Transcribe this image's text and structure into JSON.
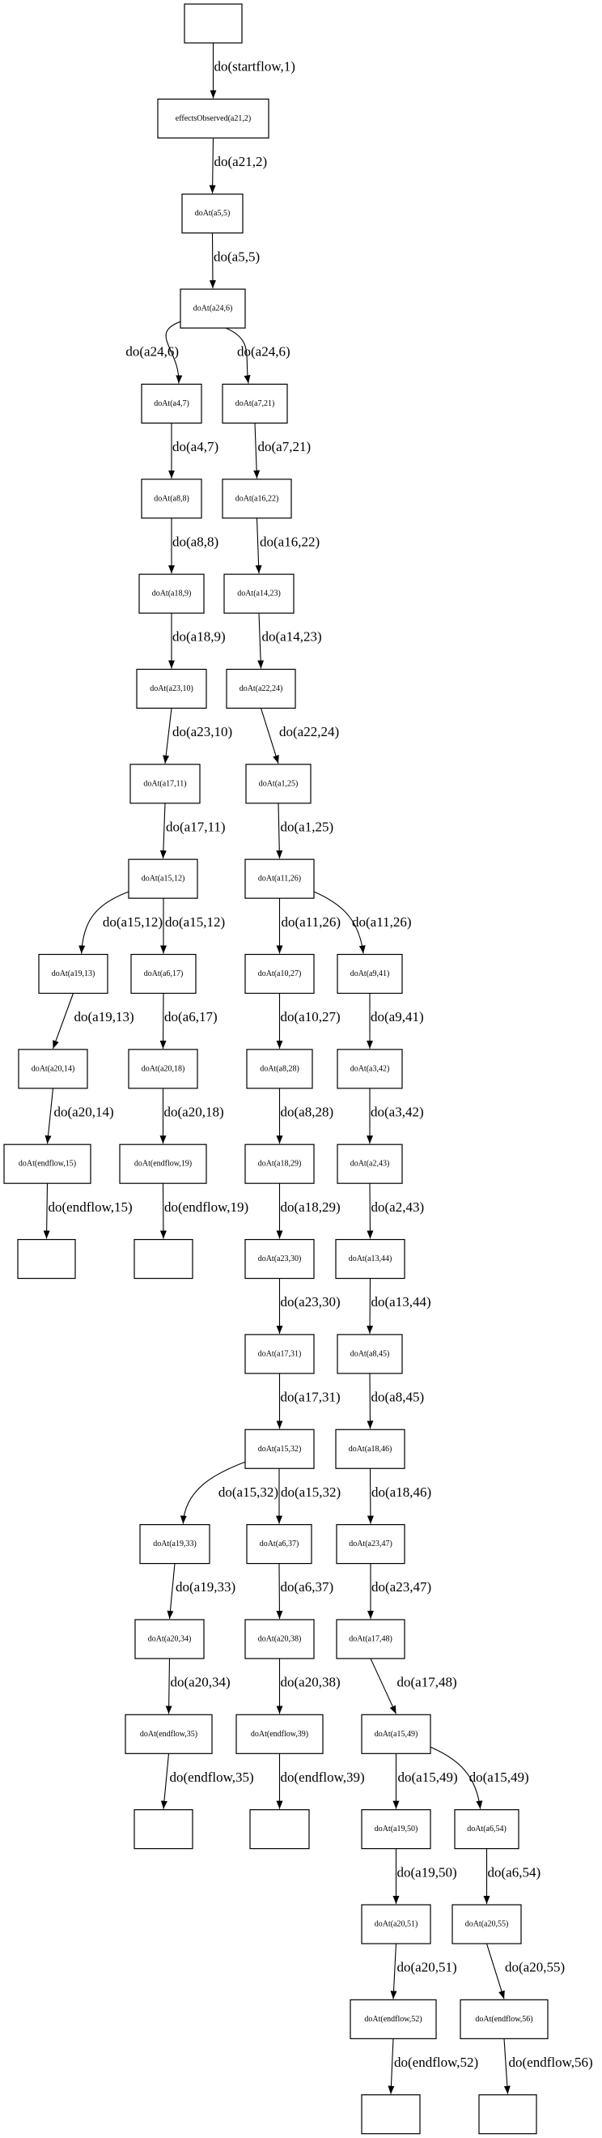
{
  "graph": {
    "type": "directed-tree",
    "nodes": [
      {
        "id": "n0",
        "label": ""
      },
      {
        "id": "n1",
        "label": "effectsObserved(a21,2)"
      },
      {
        "id": "n2",
        "label": "doAt(a5,5)"
      },
      {
        "id": "n3",
        "label": "doAt(a24,6)"
      },
      {
        "id": "n4",
        "label": "doAt(a4,7)"
      },
      {
        "id": "n5",
        "label": "doAt(a8,8)"
      },
      {
        "id": "n6",
        "label": "doAt(a18,9)"
      },
      {
        "id": "n7",
        "label": "doAt(a23,10)"
      },
      {
        "id": "n8",
        "label": "doAt(a17,11)"
      },
      {
        "id": "n9",
        "label": "doAt(a15,12)"
      },
      {
        "id": "n10",
        "label": "doAt(a19,13)"
      },
      {
        "id": "n11",
        "label": "doAt(a20,14)"
      },
      {
        "id": "n12",
        "label": "doAt(endflow,15)"
      },
      {
        "id": "n13",
        "label": ""
      },
      {
        "id": "n14",
        "label": "doAt(a6,17)"
      },
      {
        "id": "n15",
        "label": "doAt(a20,18)"
      },
      {
        "id": "n16",
        "label": "doAt(endflow,19)"
      },
      {
        "id": "n17",
        "label": ""
      },
      {
        "id": "n18",
        "label": "doAt(a7,21)"
      },
      {
        "id": "n19",
        "label": "doAt(a16,22)"
      },
      {
        "id": "n20",
        "label": "doAt(a14,23)"
      },
      {
        "id": "n21",
        "label": "doAt(a22,24)"
      },
      {
        "id": "n22",
        "label": "doAt(a1,25)"
      },
      {
        "id": "n23",
        "label": "doAt(a11,26)"
      },
      {
        "id": "n24",
        "label": "doAt(a10,27)"
      },
      {
        "id": "n25",
        "label": "doAt(a8,28)"
      },
      {
        "id": "n26",
        "label": "doAt(a18,29)"
      },
      {
        "id": "n27",
        "label": "doAt(a23,30)"
      },
      {
        "id": "n28",
        "label": "doAt(a17,31)"
      },
      {
        "id": "n29",
        "label": "doAt(a15,32)"
      },
      {
        "id": "n30",
        "label": "doAt(a19,33)"
      },
      {
        "id": "n31",
        "label": "doAt(a20,34)"
      },
      {
        "id": "n32",
        "label": "doAt(endflow,35)"
      },
      {
        "id": "n33",
        "label": ""
      },
      {
        "id": "n34",
        "label": "doAt(a6,37)"
      },
      {
        "id": "n35",
        "label": "doAt(a20,38)"
      },
      {
        "id": "n36",
        "label": "doAt(endflow,39)"
      },
      {
        "id": "n37",
        "label": ""
      },
      {
        "id": "n38",
        "label": "doAt(a9,41)"
      },
      {
        "id": "n39",
        "label": "doAt(a3,42)"
      },
      {
        "id": "n40",
        "label": "doAt(a2,43)"
      },
      {
        "id": "n41",
        "label": "doAt(a13,44)"
      },
      {
        "id": "n42",
        "label": "doAt(a8,45)"
      },
      {
        "id": "n43",
        "label": "doAt(a18,46)"
      },
      {
        "id": "n44",
        "label": "doAt(a23,47)"
      },
      {
        "id": "n45",
        "label": "doAt(a17,48)"
      },
      {
        "id": "n46",
        "label": "doAt(a15,49)"
      },
      {
        "id": "n47",
        "label": "doAt(a19,50)"
      },
      {
        "id": "n48",
        "label": "doAt(a20,51)"
      },
      {
        "id": "n49",
        "label": "doAt(endflow,52)"
      },
      {
        "id": "n50",
        "label": ""
      },
      {
        "id": "n51",
        "label": "doAt(a6,54)"
      },
      {
        "id": "n52",
        "label": "doAt(a20,55)"
      },
      {
        "id": "n53",
        "label": "doAt(endflow,56)"
      },
      {
        "id": "n54",
        "label": ""
      }
    ],
    "edges": [
      {
        "from": "n0",
        "to": "n1",
        "label": "do(startflow,1)"
      },
      {
        "from": "n1",
        "to": "n2",
        "label": "do(a21,2)"
      },
      {
        "from": "n2",
        "to": "n3",
        "label": "do(a5,5)"
      },
      {
        "from": "n3",
        "to": "n4",
        "label": "do(a24,6)"
      },
      {
        "from": "n3",
        "to": "n18",
        "label": "do(a24,6)"
      },
      {
        "from": "n4",
        "to": "n5",
        "label": "do(a4,7)"
      },
      {
        "from": "n5",
        "to": "n6",
        "label": "do(a8,8)"
      },
      {
        "from": "n6",
        "to": "n7",
        "label": "do(a18,9)"
      },
      {
        "from": "n7",
        "to": "n8",
        "label": "do(a23,10)"
      },
      {
        "from": "n8",
        "to": "n9",
        "label": "do(a17,11)"
      },
      {
        "from": "n9",
        "to": "n10",
        "label": "do(a15,12)"
      },
      {
        "from": "n9",
        "to": "n14",
        "label": "do(a15,12)"
      },
      {
        "from": "n10",
        "to": "n11",
        "label": "do(a19,13)"
      },
      {
        "from": "n11",
        "to": "n12",
        "label": "do(a20,14)"
      },
      {
        "from": "n12",
        "to": "n13",
        "label": "do(endflow,15)"
      },
      {
        "from": "n14",
        "to": "n15",
        "label": "do(a6,17)"
      },
      {
        "from": "n15",
        "to": "n16",
        "label": "do(a20,18)"
      },
      {
        "from": "n16",
        "to": "n17",
        "label": "do(endflow,19)"
      },
      {
        "from": "n18",
        "to": "n19",
        "label": "do(a7,21)"
      },
      {
        "from": "n19",
        "to": "n20",
        "label": "do(a16,22)"
      },
      {
        "from": "n20",
        "to": "n21",
        "label": "do(a14,23)"
      },
      {
        "from": "n21",
        "to": "n22",
        "label": "do(a22,24)"
      },
      {
        "from": "n22",
        "to": "n23",
        "label": "do(a1,25)"
      },
      {
        "from": "n23",
        "to": "n24",
        "label": "do(a11,26)"
      },
      {
        "from": "n23",
        "to": "n38",
        "label": "do(a11,26)"
      },
      {
        "from": "n24",
        "to": "n25",
        "label": "do(a10,27)"
      },
      {
        "from": "n25",
        "to": "n26",
        "label": "do(a8,28)"
      },
      {
        "from": "n26",
        "to": "n27",
        "label": "do(a18,29)"
      },
      {
        "from": "n27",
        "to": "n28",
        "label": "do(a23,30)"
      },
      {
        "from": "n28",
        "to": "n29",
        "label": "do(a17,31)"
      },
      {
        "from": "n29",
        "to": "n30",
        "label": "do(a15,32)"
      },
      {
        "from": "n29",
        "to": "n34",
        "label": "do(a15,32)"
      },
      {
        "from": "n30",
        "to": "n31",
        "label": "do(a19,33)"
      },
      {
        "from": "n31",
        "to": "n32",
        "label": "do(a20,34)"
      },
      {
        "from": "n32",
        "to": "n33",
        "label": "do(endflow,35)"
      },
      {
        "from": "n34",
        "to": "n35",
        "label": "do(a6,37)"
      },
      {
        "from": "n35",
        "to": "n36",
        "label": "do(a20,38)"
      },
      {
        "from": "n36",
        "to": "n37",
        "label": "do(endflow,39)"
      },
      {
        "from": "n38",
        "to": "n39",
        "label": "do(a9,41)"
      },
      {
        "from": "n39",
        "to": "n40",
        "label": "do(a3,42)"
      },
      {
        "from": "n40",
        "to": "n41",
        "label": "do(a2,43)"
      },
      {
        "from": "n41",
        "to": "n42",
        "label": "do(a13,44)"
      },
      {
        "from": "n42",
        "to": "n43",
        "label": "do(a8,45)"
      },
      {
        "from": "n43",
        "to": "n44",
        "label": "do(a18,46)"
      },
      {
        "from": "n44",
        "to": "n45",
        "label": "do(a23,47)"
      },
      {
        "from": "n45",
        "to": "n46",
        "label": "do(a17,48)"
      },
      {
        "from": "n46",
        "to": "n47",
        "label": "do(a15,49)"
      },
      {
        "from": "n46",
        "to": "n51",
        "label": "do(a15,49)"
      },
      {
        "from": "n47",
        "to": "n48",
        "label": "do(a19,50)"
      },
      {
        "from": "n48",
        "to": "n49",
        "label": "do(a20,51)"
      },
      {
        "from": "n49",
        "to": "n50",
        "label": "do(endflow,52)"
      },
      {
        "from": "n51",
        "to": "n52",
        "label": "do(a6,54)"
      },
      {
        "from": "n52",
        "to": "n53",
        "label": "do(a20,55)"
      },
      {
        "from": "n53",
        "to": "n54",
        "label": "do(endflow,56)"
      }
    ]
  }
}
